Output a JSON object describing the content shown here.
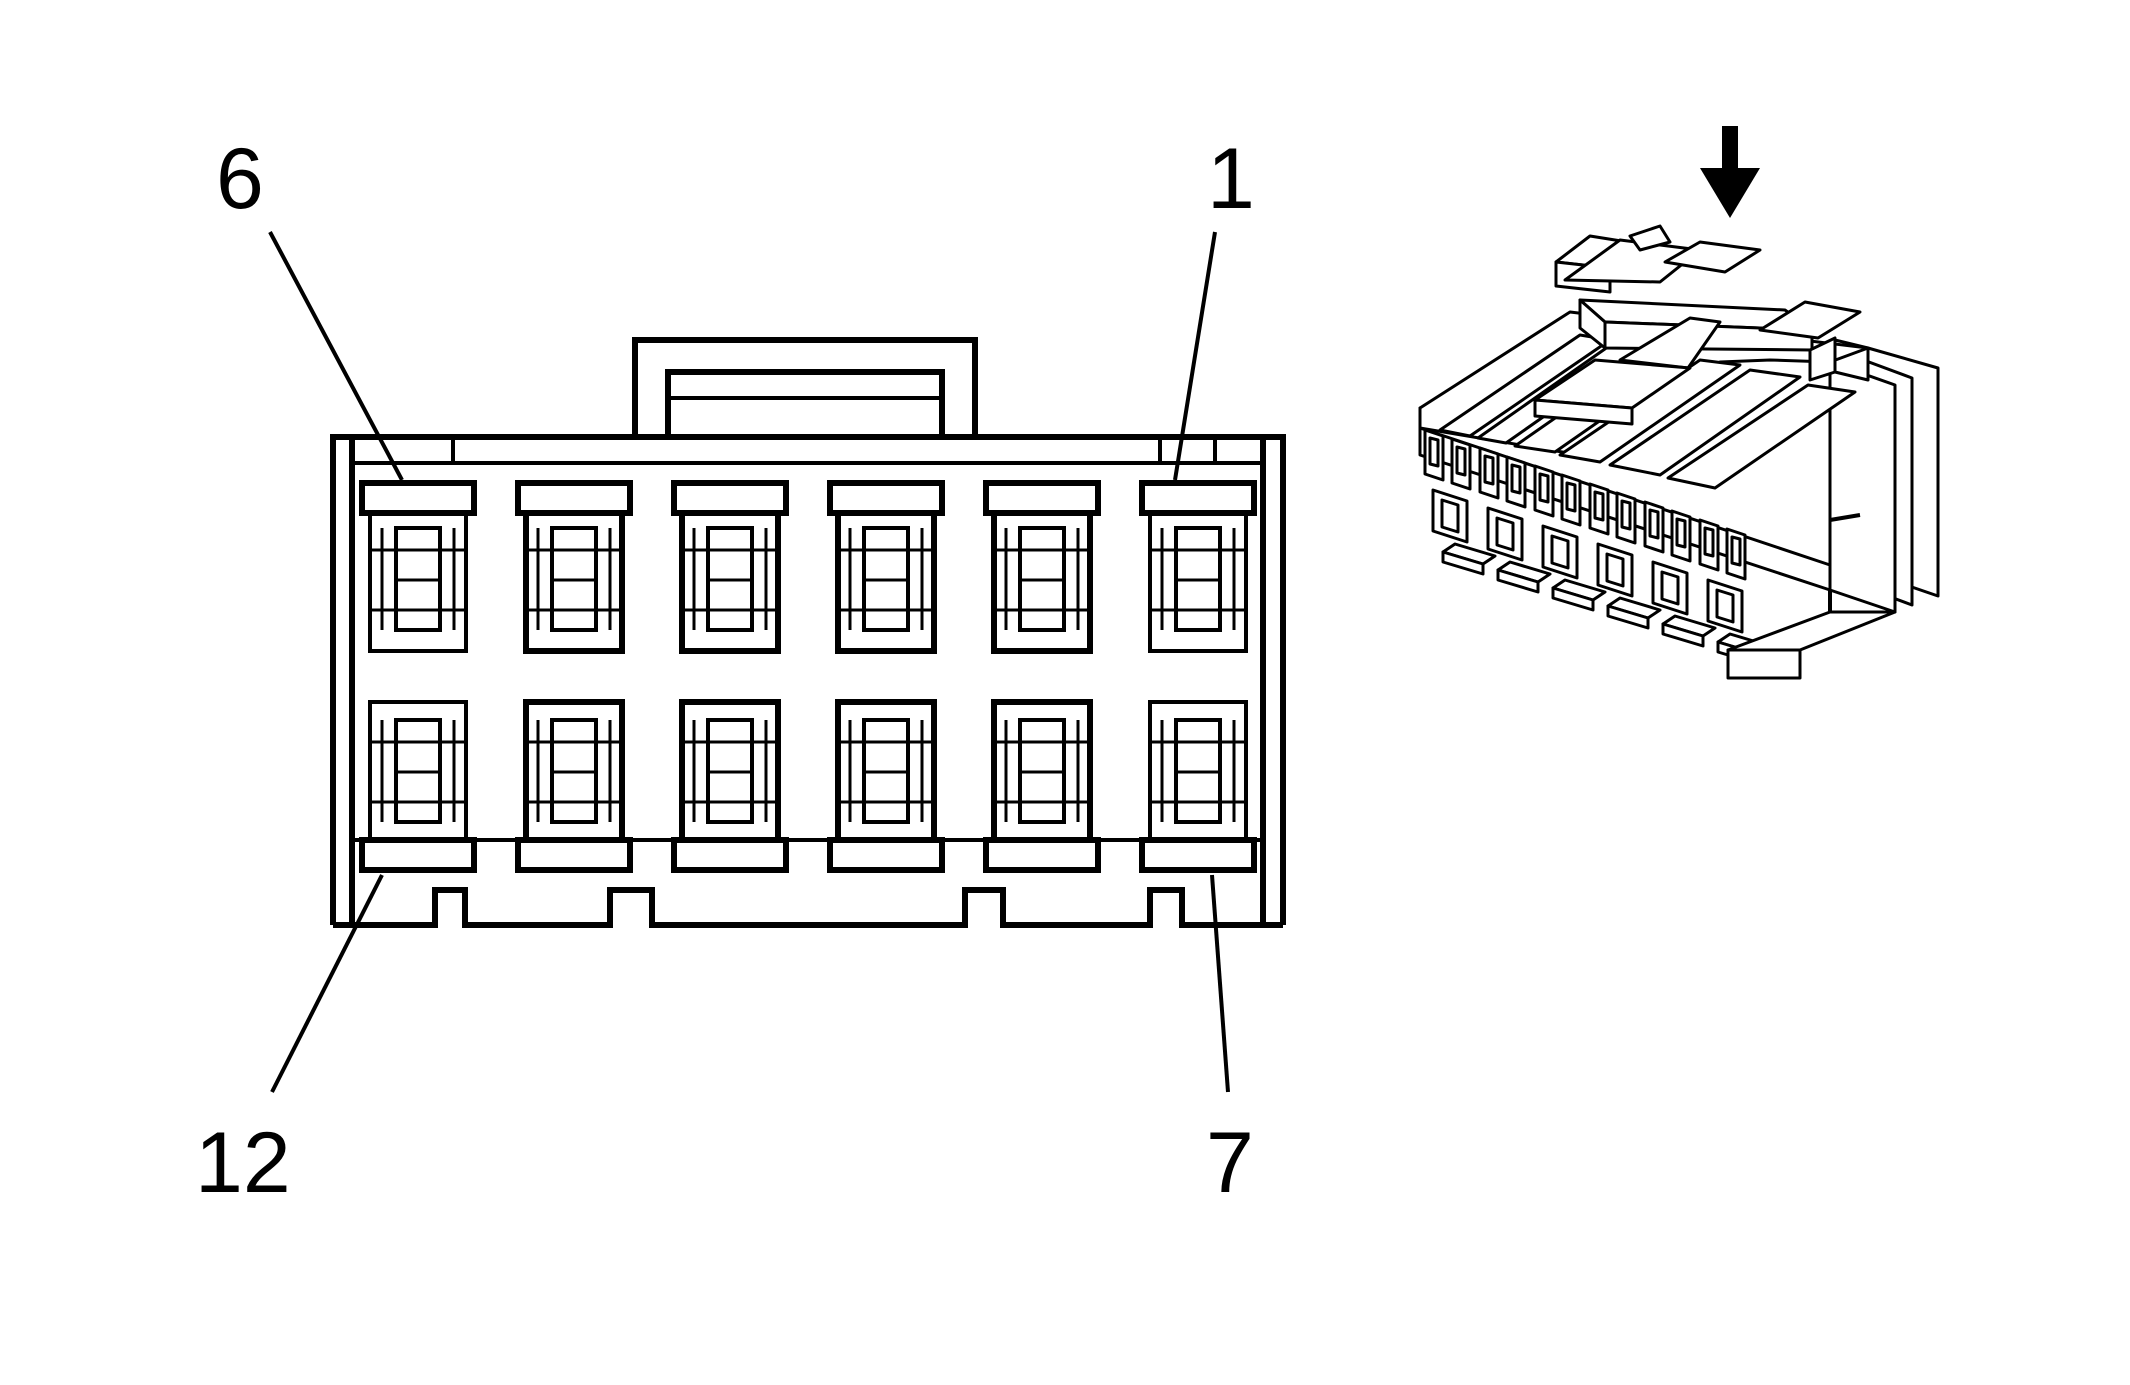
{
  "diagram": {
    "type": "connector-face-view",
    "cavity_count": 12,
    "rows": 2,
    "columns": 6,
    "pin_labels": {
      "top_left": "6",
      "top_right": "1",
      "bottom_left": "12",
      "bottom_right": "7"
    },
    "view_direction_icon": "down-arrow-icon"
  }
}
